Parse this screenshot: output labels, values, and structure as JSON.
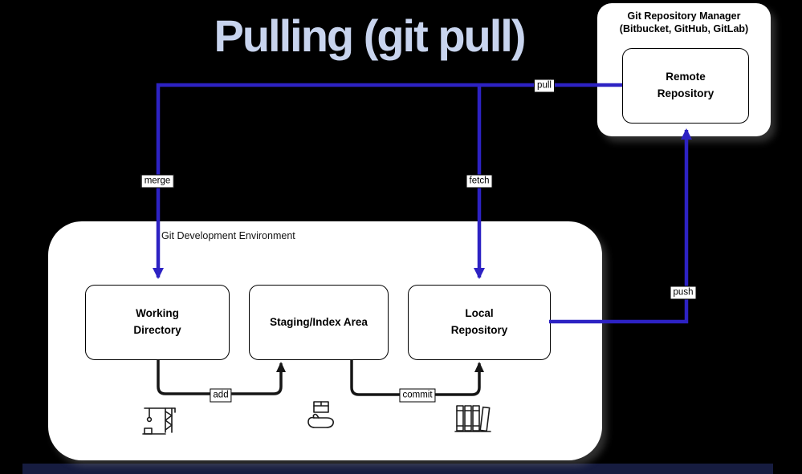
{
  "title": "Pulling (git pull)",
  "manager": {
    "heading": "Git Repository Manager\n(Bitbucket, GitHub, GitLab)",
    "remote_label": "Remote\nRepository"
  },
  "environment": {
    "label": "Git Development Environment",
    "working_label": "Working\nDirectory",
    "staging_label": "Staging/Index Area",
    "local_label": "Local\nRepository"
  },
  "arrows": {
    "pull": "pull",
    "merge": "merge",
    "fetch": "fetch",
    "push": "push",
    "add": "add",
    "commit": "commit"
  },
  "colors": {
    "background": "#000000",
    "title": "#c8d4ee",
    "remote_flow_blue": "#2d22c3",
    "local_flow_black": "#161616"
  },
  "icons": {
    "working": "construction-crane-icon",
    "staging": "box-in-hand-icon",
    "local": "books-icon"
  }
}
